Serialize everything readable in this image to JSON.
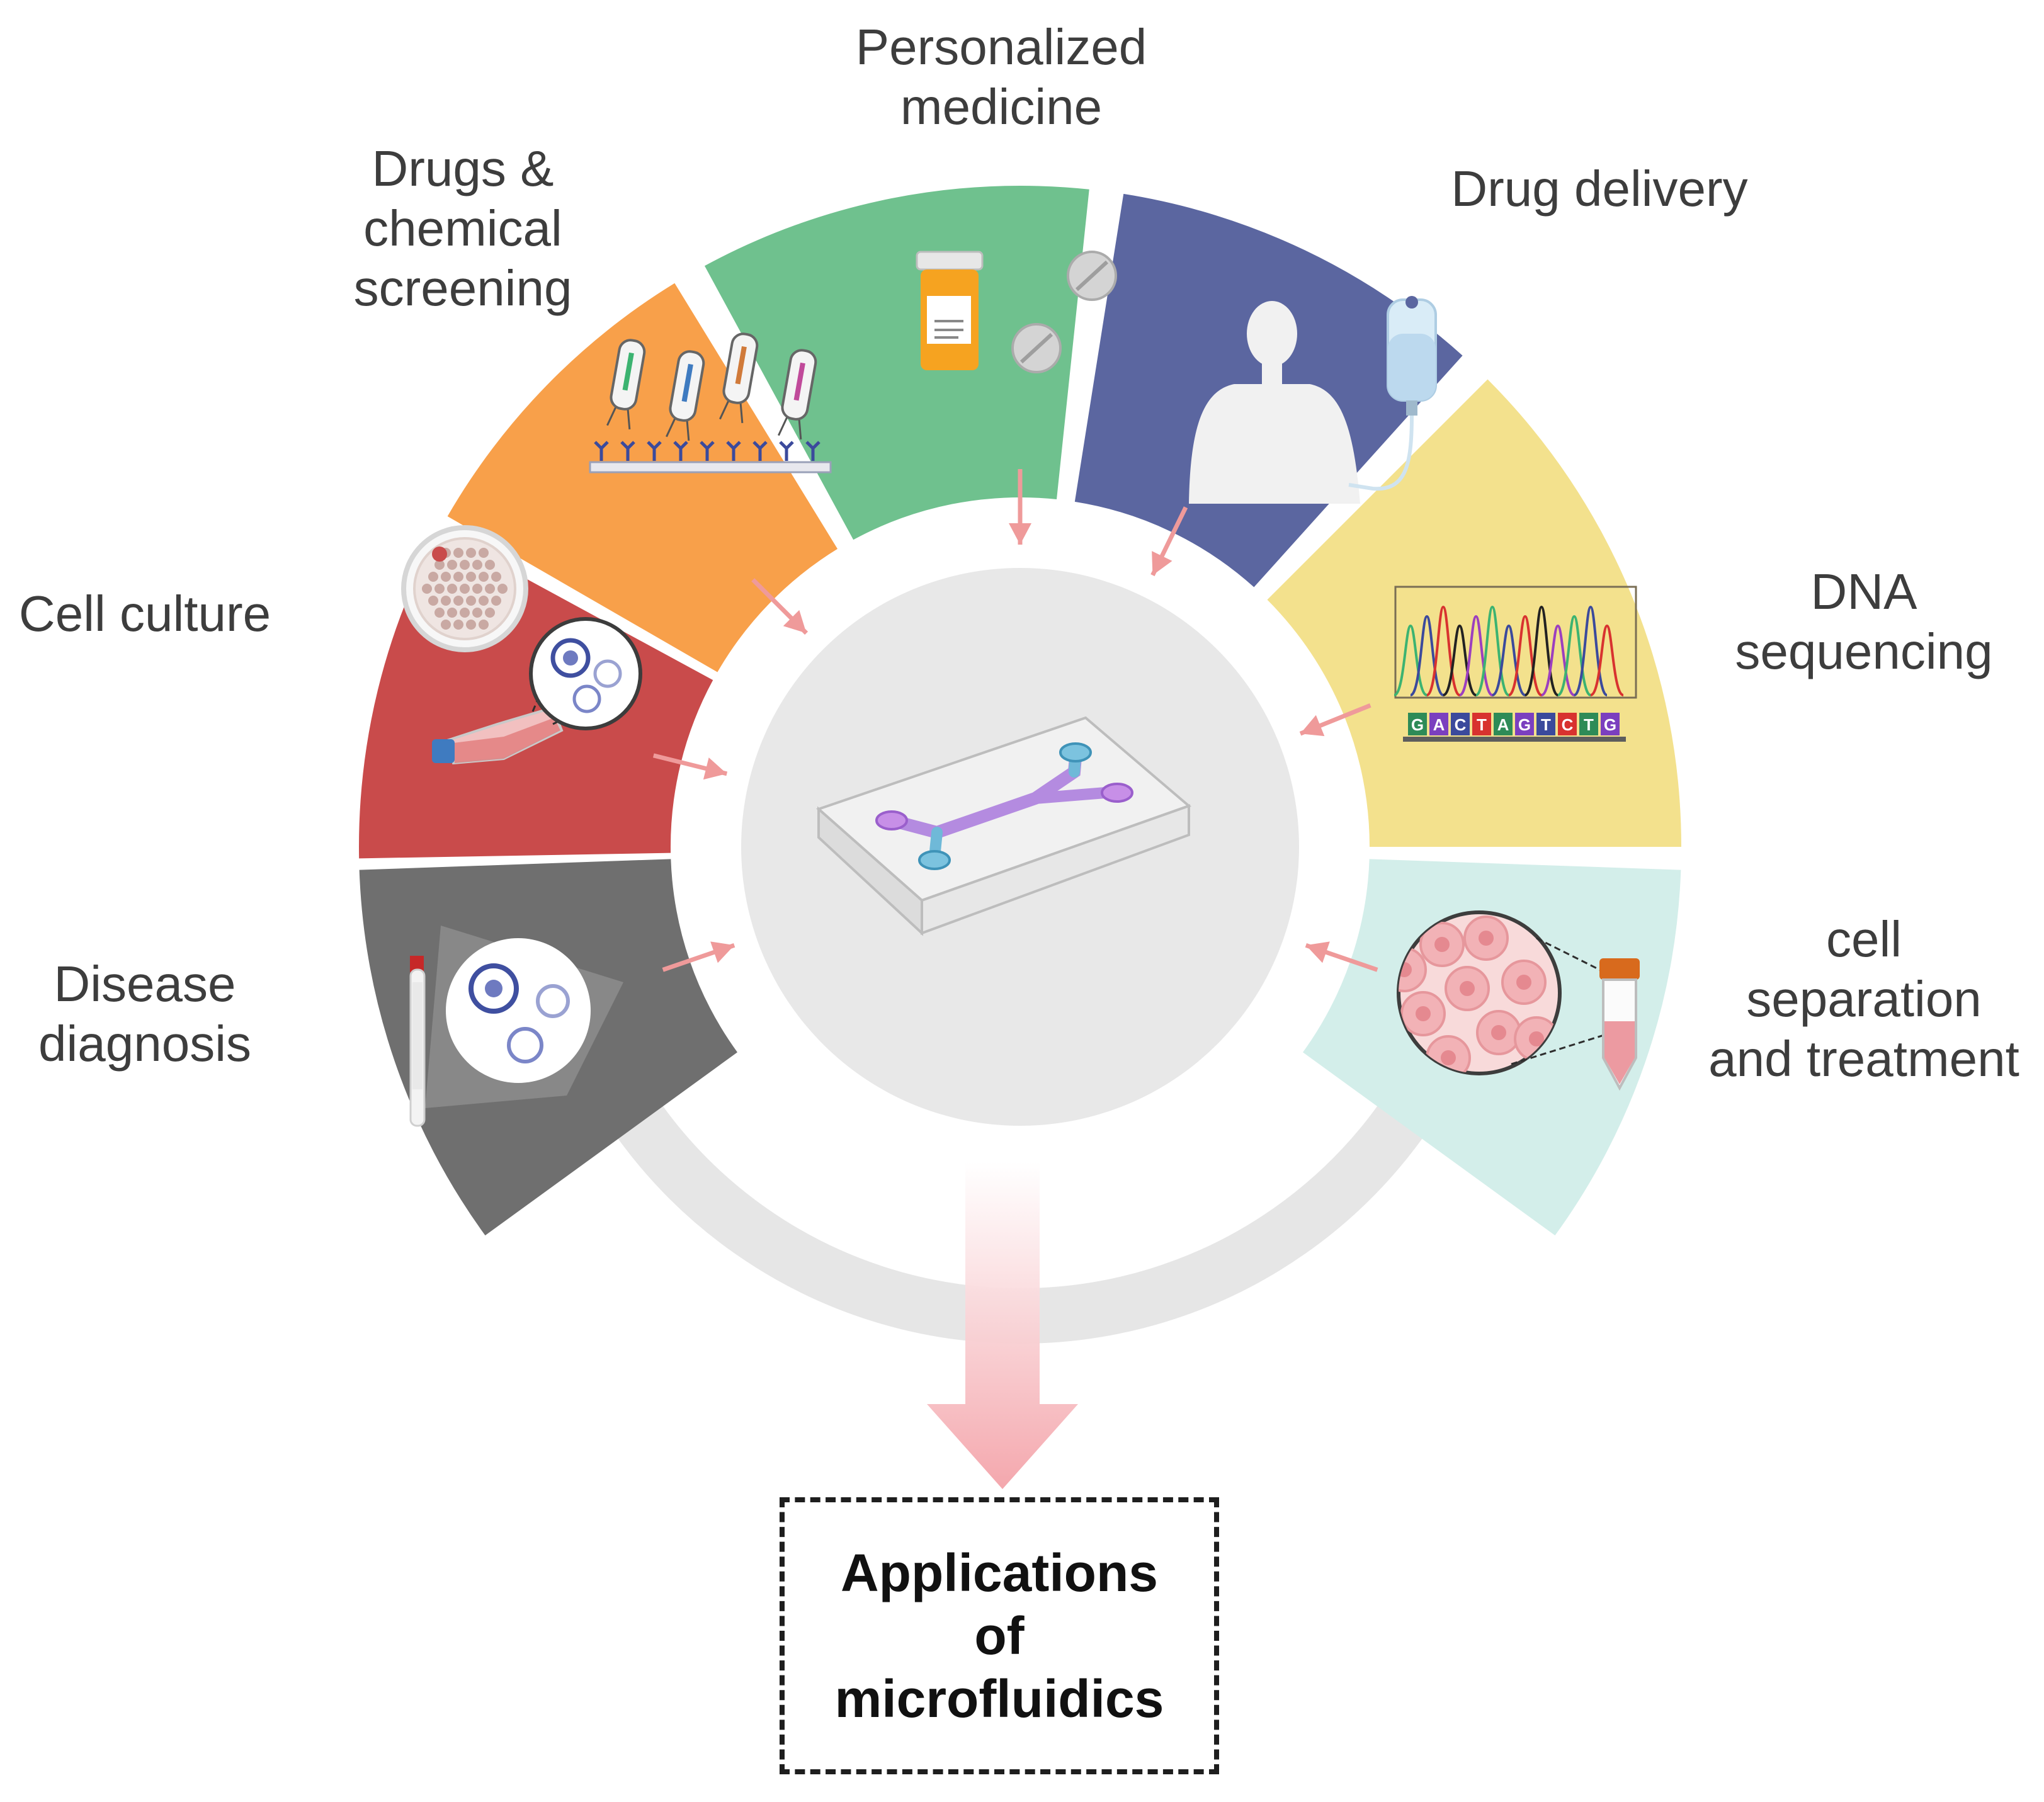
{
  "colors": {
    "cell_culture": "#c94b4b",
    "drugs_screening": "#f8a04a",
    "personalized_medicine": "#6fc18e",
    "drug_delivery": "#5b66a0",
    "dna_sequencing": "#f3e18d",
    "cell_separation": "#d3eeea",
    "disease_diagnosis": "#6f6f6f",
    "inner_circle": "#e8e8e8",
    "outer_ring": "#e6e6e6",
    "arrows": "#ef9a9a",
    "chip_channel": "#b48be0",
    "chip_port_blue": "#6fb9d8"
  },
  "segments": [
    {
      "id": "cell-culture",
      "lines": [
        "Cell culture"
      ],
      "color": "#c94b4b"
    },
    {
      "id": "drugs-screening",
      "lines": [
        "Drugs &",
        "chemical",
        "screening"
      ],
      "color": "#f8a04a"
    },
    {
      "id": "personalized-medicine",
      "lines": [
        "Personalized",
        "medicine"
      ],
      "color": "#6fc18e"
    },
    {
      "id": "drug-delivery",
      "lines": [
        "Drug delivery"
      ],
      "color": "#5b66a0"
    },
    {
      "id": "dna-sequencing",
      "lines": [
        "DNA",
        "sequencing"
      ],
      "color": "#f3e18d"
    },
    {
      "id": "cell-separation",
      "lines": [
        "cell",
        "separation",
        "and treatment"
      ],
      "color": "#d3eeea"
    },
    {
      "id": "disease-diagnosis",
      "lines": [
        "Disease",
        "diagnosis"
      ],
      "color": "#6f6f6f"
    }
  ],
  "sequence_letters": [
    "G",
    "A",
    "C",
    "T",
    "A",
    "G",
    "T",
    "C",
    "T",
    "G"
  ],
  "center": {
    "title_lines": [
      "Applications",
      "of",
      "microfluidics"
    ]
  },
  "icons": [
    "petri-dish-icon",
    "virus-icon",
    "cell-culture-flask-icon",
    "aptamer-sensor-icon",
    "pill-bottle-icon",
    "tablet-icon",
    "patient-icon",
    "iv-bag-icon",
    "chromatogram-icon",
    "cell-magnifier-icon",
    "centrifuge-tube-icon",
    "blood-tube-icon",
    "microfluidic-chip-icon"
  ]
}
